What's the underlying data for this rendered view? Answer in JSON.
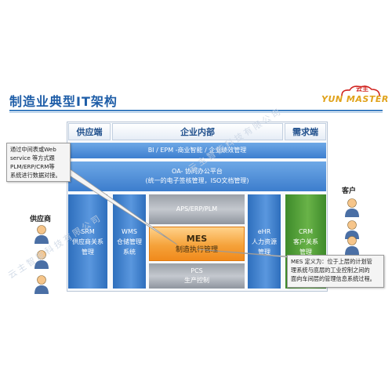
{
  "title": "制造业典型IT架构",
  "logo": {
    "top": "云主",
    "text": "YUN MASTER"
  },
  "headers": {
    "supply": "供应端",
    "internal": "企业内部",
    "demand": "需求端"
  },
  "bi": "BI / EPM -商业智能 / 企业绩效管理",
  "oa": {
    "line1": "OA- 协同办公平台",
    "line2": "(统一的电子签核管理，ISO文档管理)"
  },
  "srm": {
    "l1": "SRM",
    "l2": "供应商关系",
    "l3": "管理"
  },
  "wms": {
    "l1": "WMS",
    "l2": "仓储管理",
    "l3": "系统"
  },
  "aps": "APS/ERP/PLM",
  "mes": {
    "l1": "MES",
    "l2": "制造执行管理"
  },
  "pcs": {
    "l1": "PCS",
    "l2": "生产控制"
  },
  "ehr": {
    "l1": "eHR",
    "l2": "人力资源",
    "l3": "管理"
  },
  "crm": {
    "l1": "CRM",
    "l2": "客户关系",
    "l3": "管理"
  },
  "supplier_label": "供应商",
  "customer_label": "客户",
  "callout_left": [
    "通过中间表或Web",
    "service 等方式跟",
    "PLM/ERP/CRM等",
    "系统进行数据对接。"
  ],
  "callout_right": [
    "MES 定义为：位于上层的计划管",
    "理系统与底层的工业控制之间的",
    "面向车间层的管理信息系统过程。"
  ],
  "watermark": "云主智能科技有限公司",
  "colors": {
    "blue": "#3d7fcf",
    "green": "#5aa63a",
    "orange": "#f5a23a",
    "gray": "#aeb3ba",
    "title": "#1f5ea8"
  }
}
